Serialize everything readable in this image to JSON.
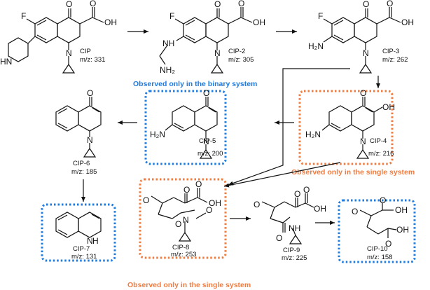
{
  "colors": {
    "blue": "#1E7BE0",
    "orange": "#F07B3F",
    "ink": "#111111"
  },
  "compounds": {
    "cip": {
      "name": "CIP",
      "mz": "m/z: 331"
    },
    "cip2": {
      "name": "CIP-2",
      "mz": "m/z: 305"
    },
    "cip3": {
      "name": "CIP-3",
      "mz": "m/z: 262"
    },
    "cip4": {
      "name": "CIP-4",
      "mz": "m/z: 216"
    },
    "cip5": {
      "name": "CIP-5",
      "mz": "m/z: 200"
    },
    "cip6": {
      "name": "CIP-6",
      "mz": "m/z: 185"
    },
    "cip7": {
      "name": "CIP-7",
      "mz": "m/z: 131"
    },
    "cip8": {
      "name": "CIP-8",
      "mz": "m/z: 253"
    },
    "cip9": {
      "name": "CIP-9",
      "mz": "m/z: 225"
    },
    "cip10": {
      "name": "CIP-10",
      "mz": "m/z: 158"
    }
  },
  "atoms": {
    "O": "O",
    "OH": "OH",
    "F": "F",
    "N": "N",
    "HN": "HN",
    "NH": "NH",
    "H2N": "H₂N",
    "NH2": "NH₂",
    "H": "H"
  },
  "notes": {
    "binary": "Observed only in the binary system",
    "single_a": "Observed only in the single system",
    "single_b": "Observed only in the single system"
  }
}
